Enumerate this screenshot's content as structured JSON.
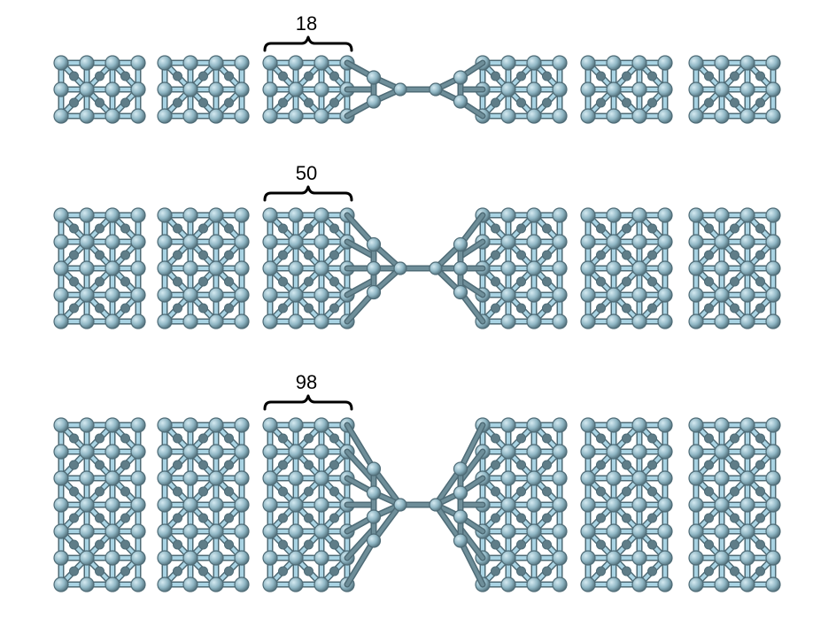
{
  "figure": {
    "panels": [
      {
        "label": "18",
        "rows": 3
      },
      {
        "label": "50",
        "rows": 5
      },
      {
        "label": "98",
        "rows": 7
      }
    ],
    "colors": {
      "atom": "#8fb6c4",
      "atom_edge": "#4e6b76",
      "bond": "#6e8e99",
      "bond_light": "#a9d3e3"
    },
    "blocks_per_side": 3,
    "atoms_per_row": 4
  }
}
